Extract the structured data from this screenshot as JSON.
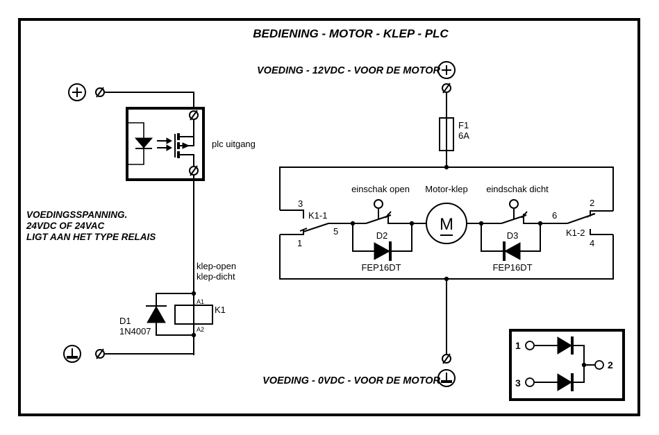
{
  "title": "BEDIENING - MOTOR - KLEP - PLC",
  "supply_positive": "VOEDING - 12VDC - VOOR DE MOTOR",
  "supply_ground": "VOEDING - 0VDC - VOOR DE MOTOR",
  "note_lines": [
    "VOEDINGSSPANNING.",
    "24VDC OF 24VAC",
    "LIGT AAN HET TYPE RELAIS"
  ],
  "plc": {
    "label": "plc uitgang"
  },
  "relay": {
    "signal_lines": [
      "klep-open",
      "klep-dicht"
    ],
    "coil_ref": "K1",
    "pin_a1": "A1",
    "pin_a2": "A2",
    "contact1_ref": "K1-1",
    "contact2_ref": "K1-2"
  },
  "flyback_diode": {
    "ref": "D1",
    "part": "1N4007"
  },
  "fuse": {
    "ref": "F1",
    "rating": "6A"
  },
  "motor": {
    "label": "Motor-klep",
    "symbol": "M"
  },
  "limit_switch_open": {
    "label": "einschak open",
    "diode_ref": "D2",
    "diode_part": "FEP16DT"
  },
  "limit_switch_closed": {
    "label": "eindschak dicht",
    "diode_ref": "D3",
    "diode_part": "FEP16DT"
  },
  "node_numbers": {
    "n1": "1",
    "n2": "2",
    "n3": "3",
    "n4": "4",
    "n5": "5",
    "n6": "6"
  },
  "inset": {
    "pin1": "1",
    "pin2": "2",
    "pin3": "3"
  },
  "symbols": {
    "plus": "+",
    "terminal": "Ø"
  }
}
